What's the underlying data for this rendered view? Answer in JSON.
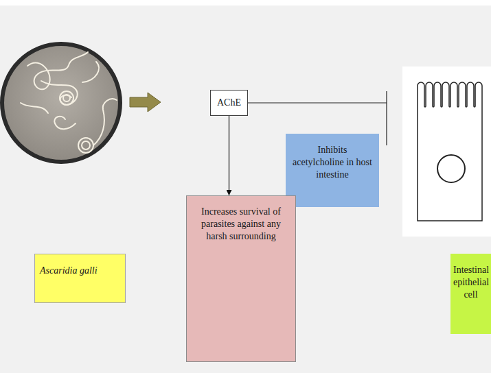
{
  "diagram": {
    "nodes": [
      {
        "text": [
          "Ascaridia galli"
        ]
      },
      {
        "text": [
          "AChE"
        ]
      },
      {
        "text": [
          "Inhibits acetylcholine in host intestine"
        ]
      },
      {
        "text": [
          "Increases survival of parasites against any harsh surrounding"
        ]
      },
      {
        "text": [
          "Intestinal epithelial cell"
        ]
      }
    ],
    "edges": [
      {
        "from": 1,
        "to": 3,
        "arrow": "to"
      }
    ]
  }
}
